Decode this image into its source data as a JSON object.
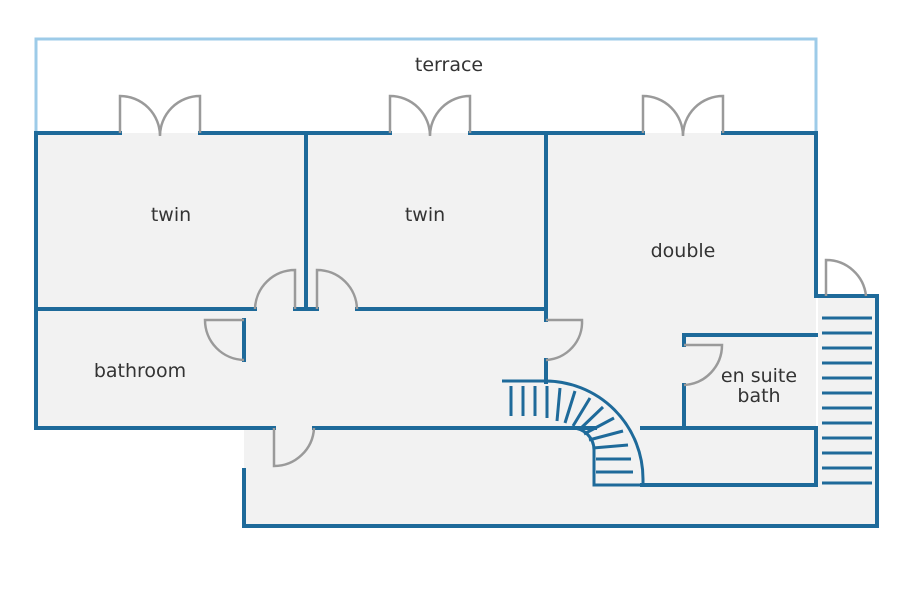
{
  "floorplan": {
    "rooms": {
      "terrace": "terrace",
      "twin_left": "twin",
      "twin_center": "twin",
      "double": "double",
      "bathroom": "bathroom",
      "en_suite_line1": "en suite",
      "en_suite_line2": "bath"
    },
    "colors": {
      "wall": "#1e6a9a",
      "terrace_outline": "#9dcbe8",
      "floor": "#f2f2f2",
      "door": "#9a9a9a",
      "text": "#333333"
    }
  }
}
